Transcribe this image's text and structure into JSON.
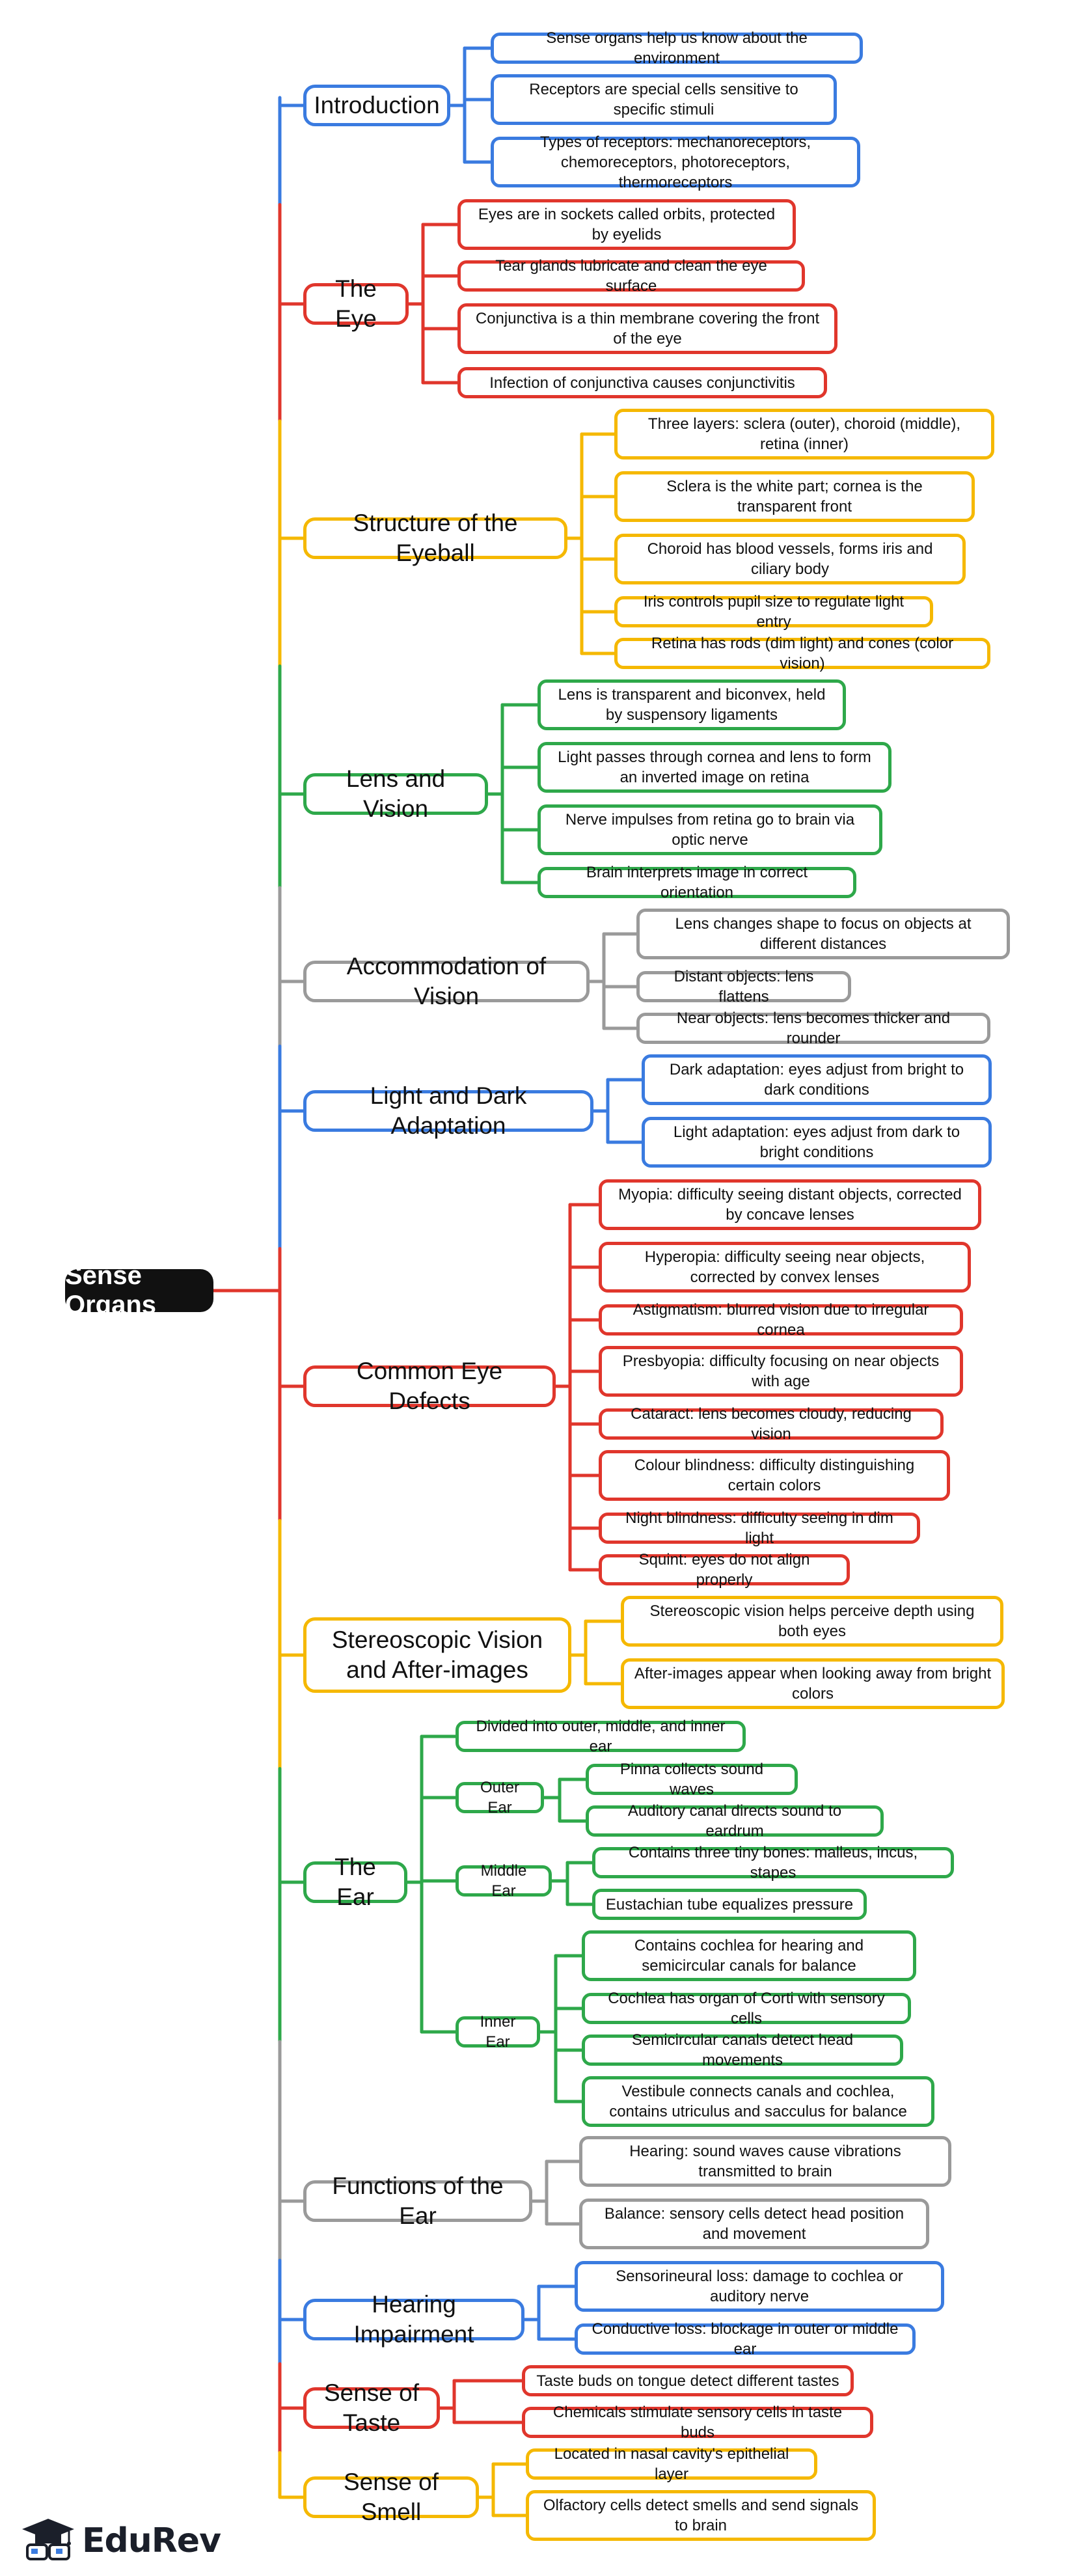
{
  "root": "Sense Organs",
  "branches": [
    {
      "label": "Introduction",
      "color": "#3a7be0",
      "items": [
        {
          "text": "Sense organs help us know about the environment"
        },
        {
          "text": "Receptors are special cells sensitive to specific stimuli"
        },
        {
          "text": "Types of receptors: mechanoreceptors, chemoreceptors, photoreceptors, thermoreceptors"
        }
      ]
    },
    {
      "label": "The Eye",
      "color": "#e0362c",
      "items": [
        {
          "text": "Eyes are in sockets called orbits, protected by eyelids"
        },
        {
          "text": "Tear glands lubricate and clean the eye surface"
        },
        {
          "text": "Conjunctiva is a thin membrane covering the front of the eye"
        },
        {
          "text": "Infection of conjunctiva causes conjunctivitis"
        }
      ]
    },
    {
      "label": "Structure of the Eyeball",
      "color": "#f5b800",
      "items": [
        {
          "text": "Three layers: sclera (outer), choroid (middle), retina (inner)"
        },
        {
          "text": "Sclera is the white part; cornea is the transparent front"
        },
        {
          "text": "Choroid has blood vessels, forms iris and ciliary body"
        },
        {
          "text": "Iris controls pupil size to regulate light entry"
        },
        {
          "text": "Retina has rods (dim light) and cones (color vision)"
        }
      ]
    },
    {
      "label": "Lens and Vision",
      "color": "#2ea84a",
      "items": [
        {
          "text": "Lens is transparent and biconvex, held by suspensory ligaments"
        },
        {
          "text": "Light passes through cornea and lens to form an inverted image on retina"
        },
        {
          "text": "Nerve impulses from retina go to brain via optic nerve"
        },
        {
          "text": "Brain interprets image in correct orientation"
        }
      ]
    },
    {
      "label": "Accommodation of Vision",
      "color": "#9a9a9a",
      "items": [
        {
          "text": "Lens changes shape to focus on objects at different distances"
        },
        {
          "text": "Distant objects: lens flattens"
        },
        {
          "text": "Near objects: lens becomes thicker and rounder"
        }
      ]
    },
    {
      "label": "Light and Dark Adaptation",
      "color": "#3a7be0",
      "items": [
        {
          "text": "Dark adaptation: eyes adjust from bright to dark conditions"
        },
        {
          "text": "Light adaptation: eyes adjust from dark to bright conditions"
        }
      ]
    },
    {
      "label": "Common Eye Defects",
      "color": "#e0362c",
      "items": [
        {
          "text": "Myopia: difficulty seeing distant objects, corrected by concave lenses"
        },
        {
          "text": "Hyperopia: difficulty seeing near objects, corrected by convex lenses"
        },
        {
          "text": "Astigmatism: blurred vision due to irregular cornea"
        },
        {
          "text": "Presbyopia: difficulty focusing on near objects with age"
        },
        {
          "text": "Cataract: lens becomes cloudy, reducing vision"
        },
        {
          "text": "Colour blindness: difficulty distinguishing certain colors"
        },
        {
          "text": "Night blindness: difficulty seeing in dim light"
        },
        {
          "text": "Squint: eyes do not align properly"
        }
      ]
    },
    {
      "label": "Stereoscopic Vision and After-images",
      "color": "#f5b800",
      "items": [
        {
          "text": "Stereoscopic vision helps perceive depth using both eyes"
        },
        {
          "text": "After-images appear when looking away from bright colors"
        }
      ]
    },
    {
      "label": "The Ear",
      "color": "#2ea84a",
      "items": [
        {
          "text": "Divided into outer, middle, and inner ear"
        },
        {
          "text": "Outer Ear",
          "children": [
            {
              "text": "Pinna collects sound waves"
            },
            {
              "text": "Auditory canal directs sound to eardrum"
            }
          ]
        },
        {
          "text": "Middle Ear",
          "children": [
            {
              "text": "Contains three tiny bones: malleus, incus, stapes"
            },
            {
              "text": "Eustachian tube equalizes pressure"
            }
          ]
        },
        {
          "text": "Inner Ear",
          "children": [
            {
              "text": "Contains cochlea for hearing and semicircular canals for balance"
            },
            {
              "text": "Cochlea has organ of Corti with sensory cells"
            },
            {
              "text": "Semicircular canals detect head movements"
            },
            {
              "text": "Vestibule connects canals and cochlea, contains utriculus and sacculus for balance"
            }
          ]
        }
      ]
    },
    {
      "label": "Functions of the Ear",
      "color": "#9a9a9a",
      "items": [
        {
          "text": "Hearing: sound waves cause vibrations transmitted to brain"
        },
        {
          "text": "Balance: sensory cells detect head position and movement"
        }
      ]
    },
    {
      "label": "Hearing Impairment",
      "color": "#3a7be0",
      "items": [
        {
          "text": "Sensorineural loss: damage to cochlea or auditory nerve"
        },
        {
          "text": "Conductive loss: blockage in outer or middle ear"
        }
      ]
    },
    {
      "label": "Sense of Taste",
      "color": "#e0362c",
      "items": [
        {
          "text": "Taste buds on tongue detect different tastes"
        },
        {
          "text": "Chemicals stimulate sensory cells in taste buds"
        }
      ]
    },
    {
      "label": "Sense of Smell",
      "color": "#f5b800",
      "items": [
        {
          "text": "Located in nasal cavity's epithelial layer"
        },
        {
          "text": "Olfactory cells detect smells and send signals to brain"
        }
      ]
    }
  ],
  "brand": {
    "name": "EduRev",
    "icon": "graduation-cap-logo-icon"
  }
}
